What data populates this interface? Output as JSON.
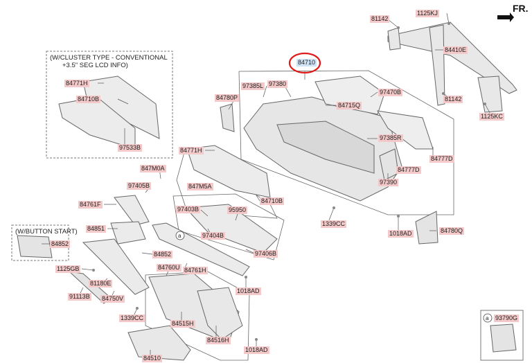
{
  "orientation": {
    "label": "FR."
  },
  "notes": {
    "cluster_line1": "(W/CLUSTER TYPE - CONVENTIONAL",
    "cluster_line2": "+3.5\" SEG LCD INFO)",
    "button_start": "(W/BUTTON START)",
    "inset_marker": "a",
    "callout_marker": "a"
  },
  "parts": {
    "p81142a": "81142",
    "p1125kj": "1125KJ",
    "p84410e": "84410E",
    "p81142b": "81142",
    "p1125kc": "1125KC",
    "p84710": "84710",
    "p84771h_a": "84771H",
    "p84710b_a": "84710B",
    "p97533b": "97533B",
    "p84780p": "84780P",
    "p97385l": "97385L",
    "p97380": "97380",
    "p97470b": "97470B",
    "p84715q": "84715Q",
    "p97385r": "97385R",
    "p84777d_a": "84777D",
    "p84777d_b": "84777D",
    "p97390": "97390",
    "p84771h_b": "84771H",
    "p847m0a": "847M0A",
    "p97405b": "97405B",
    "p847m5a": "847M5A",
    "p84710b_b": "84710B",
    "p84761f": "84761F",
    "p97403b": "97403B",
    "p95950": "95950",
    "p84851": "84851",
    "p97404b": "97404B",
    "p97406b": "97406B",
    "p84852a": "84852",
    "p84852b": "84852",
    "p1125gb": "1125GB",
    "p84760u": "84760U",
    "p84761h": "84761H",
    "p81180e": "81180E",
    "p91113b": "91113B",
    "p84750v": "84750V",
    "p1018ad_a": "1018AD",
    "p1339cc_a": "1339CC",
    "p1018ad_b": "1018AD",
    "p84780q": "84780Q",
    "p1339cc_b": "1339CC",
    "p84515h": "84515H",
    "p84516h": "84516H",
    "p1018ad_c": "1018AD",
    "p84510": "84510",
    "p93790g": "93790G"
  },
  "highlight": {
    "part": "84710",
    "ring_color": "#e01a1a"
  },
  "colors": {
    "label_bg": "#f4c9c9",
    "highlight_bg": "#cfe3f7",
    "line": "#555555"
  }
}
